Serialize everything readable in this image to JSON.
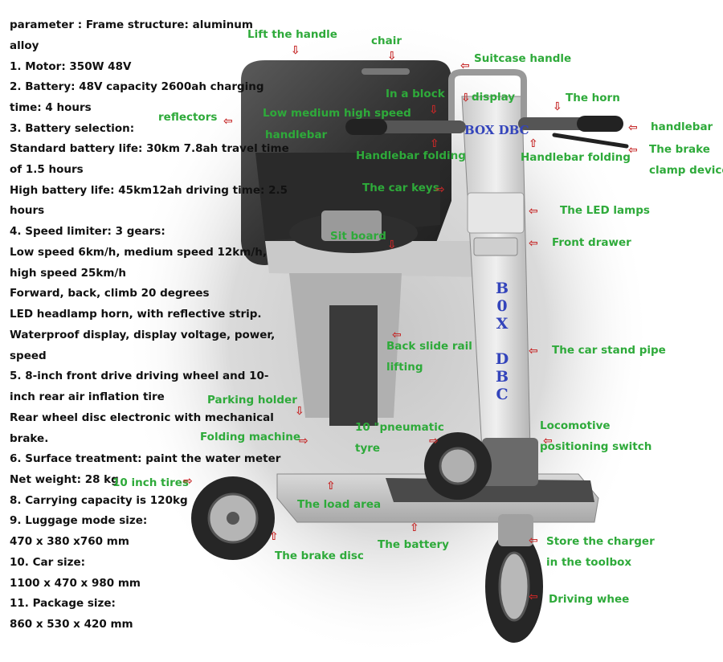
{
  "specs": [
    "parameter :  Frame structure: aluminum",
    "alloy",
    "1. Motor: 350W 48V",
    "2. Battery: 48V capacity 2600ah charging",
    "time: 4 hours",
    "3. Battery selection:",
    "Standard battery life: 30km 7.8ah travel time",
    "of 1.5 hours",
    "High battery life: 45km12ah driving time: 2.5",
    "hours",
    "4. Speed limiter: 3 gears:",
    "Low speed 6km/h, medium speed 12km/h,",
    "high speed 25km/h",
    "Forward, back, climb 20 degrees",
    "LED headlamp horn, with reflective strip.",
    "Waterproof display, display voltage, power,",
    "speed",
    "5. 8-inch front drive driving wheel and 10-",
    "inch rear air inflation tire",
    "Rear wheel disc electronic with mechanical",
    "brake.",
    "6. Surface treatment: paint the water meter",
    "Net weight: 28 kg",
    "8. Carrying capacity is 120kg",
    "9. Luggage mode size:",
    "470 x 380 x760 mm",
    "10. Car size:",
    "1100 x 470 x 980 mm",
    "11. Package size:",
    "860 x 530 x 420 mm"
  ],
  "labels": {
    "lift_handle": "Lift the handle",
    "chair": "chair",
    "suitcase_handle": "Suitcase handle",
    "in_a_block": "In a block",
    "display": "display",
    "the_horn": "The horn",
    "reflectors": "reflectors",
    "low_medium_high_speed": "Low medium high speed",
    "handlebar_left": "handlebar",
    "handlebar_right": "handlebar",
    "handlebar_folding_left": "Handlebar folding",
    "handlebar_folding_right": "Handlebar folding",
    "brake_clamp_1": "The brake",
    "brake_clamp_2": "clamp device",
    "car_keys": "The car keys",
    "led_lamps": "The LED lamps",
    "sit_board": "Sit board",
    "front_drawer": "Front drawer",
    "back_slide_rail_1": "Back slide rail",
    "back_slide_rail_2": "lifting",
    "car_stand_pipe": "The car stand pipe",
    "parking_holder": "Parking holder",
    "pneumatic_tyre_1": "10 \"pneumatic",
    "pneumatic_tyre_2": "tyre",
    "locomotive_1": "Locomotive",
    "locomotive_2": "positioning switch",
    "folding_machine": "Folding machine",
    "ten_inch_tires": "10 inch tires",
    "load_area": "The load area",
    "store_charger_1": "Store the charger",
    "store_charger_2": "in the toolbox",
    "brake_disc": "The brake disc",
    "the_battery": "The battery",
    "driving_wheel": "Driving whee"
  },
  "brand": {
    "horizontal": "BOX DBC",
    "vertical": [
      "B",
      "0",
      "X",
      "",
      "D",
      "B",
      "C"
    ]
  },
  "colors": {
    "label_green": "#2eaa3a",
    "arrow_red": "#c62828",
    "brand_blue": "#3344bb",
    "spec_text": "#111111"
  }
}
